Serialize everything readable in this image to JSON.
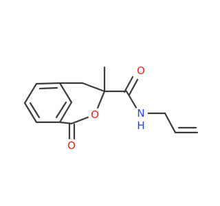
{
  "molecule": {
    "atoms": {
      "o_amide": "O",
      "nh": "N",
      "h_of_nh": "H",
      "o_ring": "O",
      "o_carbonyl": "O"
    }
  },
  "colors": {
    "bond": "#3a3a3a",
    "oxygen": "#e3291b",
    "nitrogen": "#2b3fe0"
  }
}
